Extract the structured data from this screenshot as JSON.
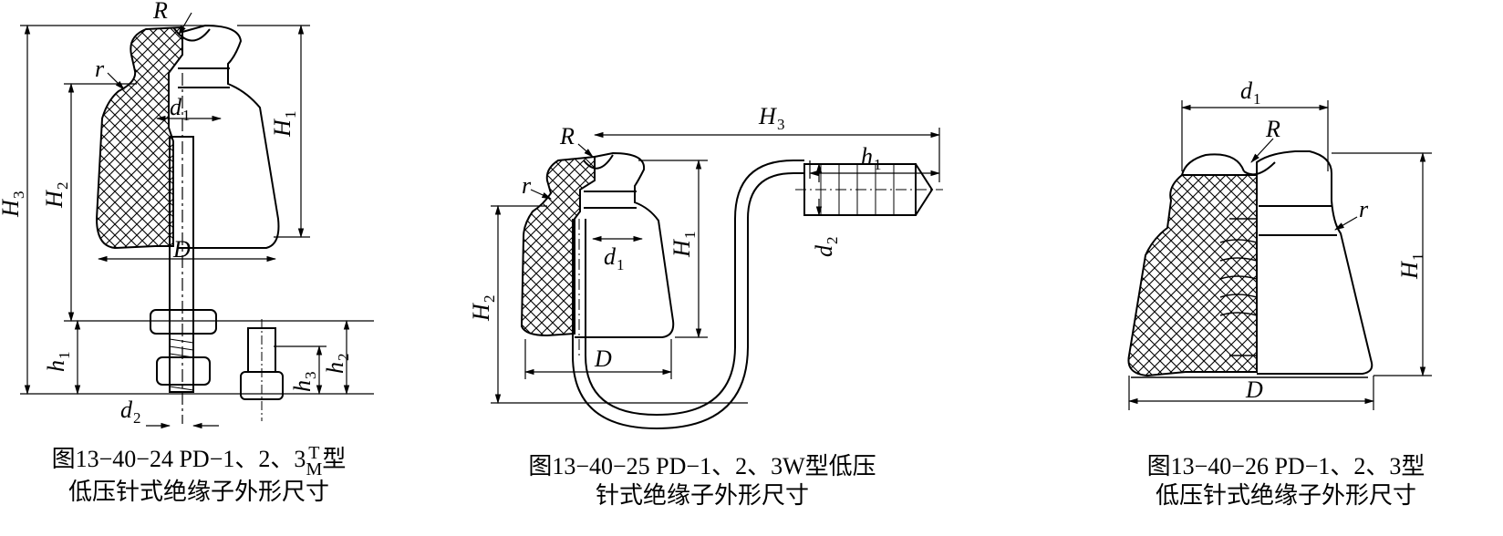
{
  "figures": [
    {
      "id": "13-40-24",
      "caption_line1_prefix": "图13−40−24   PD−1、2、3",
      "caption_sup_top": "T",
      "caption_sup_bottom": "M",
      "caption_line1_suffix": "型",
      "caption_line2": "低压针式绝缘子外形尺寸",
      "labels": {
        "R": "R",
        "r": "r",
        "d1": "d",
        "d1_sub": "1",
        "D": "D",
        "H1": "H",
        "H1_sub": "1",
        "H2": "H",
        "H2_sub": "2",
        "H3": "H",
        "H3_sub": "3",
        "h1": "h",
        "h1_sub": "1",
        "h2": "h",
        "h2_sub": "2",
        "h3": "h",
        "h3_sub": "3",
        "d2": "d",
        "d2_sub": "2"
      }
    },
    {
      "id": "13-40-25",
      "caption_line1": "图13−40−25   PD−1、2、3W型低压",
      "caption_line2": "针式绝缘子外形尺寸",
      "labels": {
        "R": "R",
        "r": "r",
        "H3": "H",
        "H3_sub": "3",
        "h1": "h",
        "h1_sub": "1",
        "H1": "H",
        "H1_sub": "1",
        "H2": "H",
        "H2_sub": "2",
        "d1": "d",
        "d1_sub": "1",
        "d2": "d",
        "d2_sub": "2",
        "D": "D"
      }
    },
    {
      "id": "13-40-26",
      "caption_line1": "图13−40−26   PD−1、2、3型",
      "caption_line2": "低压针式绝缘子外形尺寸",
      "labels": {
        "d1": "d",
        "d1_sub": "1",
        "R": "R",
        "r": "r",
        "H1": "H",
        "H1_sub": "1",
        "D": "D"
      }
    }
  ]
}
